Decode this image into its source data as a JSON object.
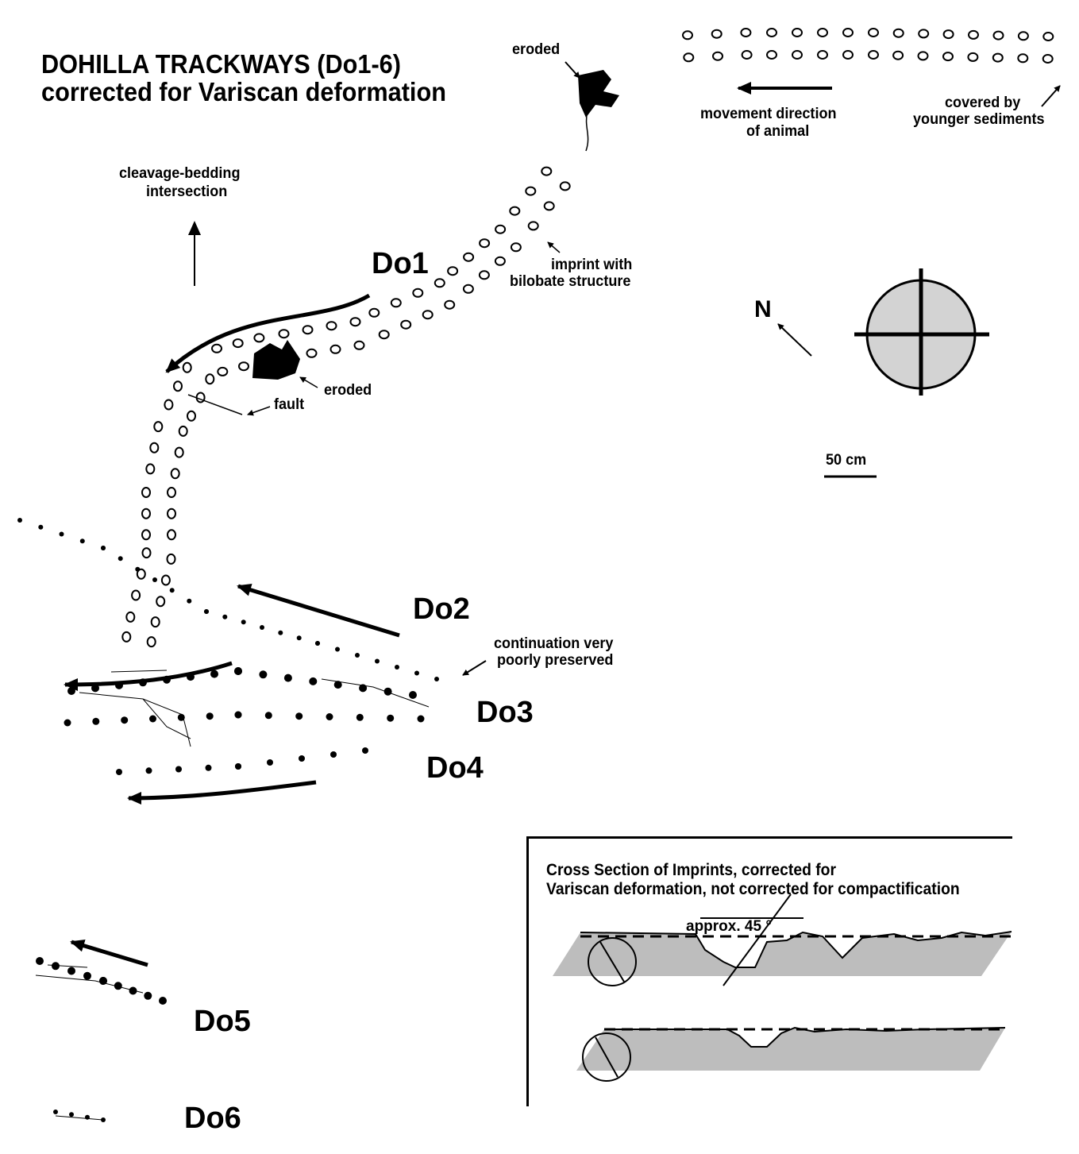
{
  "title": {
    "line1": "DOHILLA TRACKWAYS (Do1-6)",
    "line2": "corrected for Variscan deformation"
  },
  "annotations": {
    "eroded_top": "eroded",
    "movement_line1": "movement direction",
    "movement_line2": "of animal",
    "covered_line1": "covered by",
    "covered_line2": "younger sediments",
    "cleavage_line1": "cleavage-bedding",
    "cleavage_line2": "intersection",
    "imprint_line1": "imprint with",
    "imprint_line2": "bilobate structure",
    "eroded_mid": "eroded",
    "fault": "fault",
    "continuation_line1": "continuation very",
    "continuation_line2": "poorly preserved",
    "north": "N",
    "scale": "50 cm"
  },
  "trackways": {
    "do1": "Do1",
    "do2": "Do2",
    "do3": "Do3",
    "do4": "Do4",
    "do5": "Do5",
    "do6": "Do6"
  },
  "inset": {
    "title_line1": "Cross Section of Imprints, corrected for",
    "title_line2": "Variscan deformation, not corrected for compactification",
    "angle_label": "approx. 45 °"
  },
  "colors": {
    "ink": "#000000",
    "fill_grey": "#bdbdbd",
    "background": "#ffffff"
  }
}
